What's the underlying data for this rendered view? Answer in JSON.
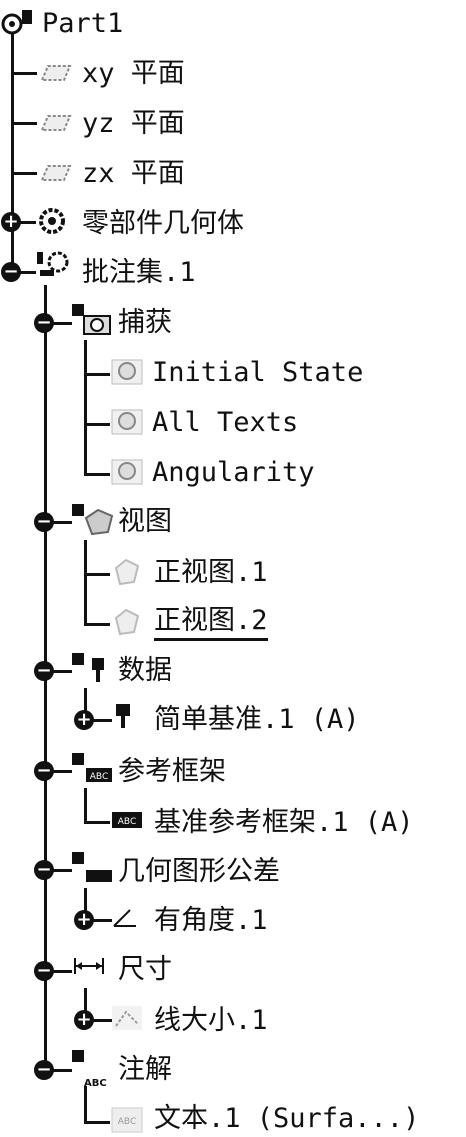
{
  "tree": {
    "root": "Part1",
    "planes": [
      "xy 平面",
      "yz 平面",
      "zx 平面"
    ],
    "body": "零部件几何体",
    "annotation_set": "批注集.1",
    "capture": {
      "label": "捕获",
      "items": [
        "Initial State",
        "All Texts",
        "Angularity"
      ]
    },
    "views": {
      "label": "视图",
      "items": [
        "正视图.1",
        "正视图.2"
      ]
    },
    "data": {
      "label": "数据",
      "item": "简单基准.1 (A)"
    },
    "frame": {
      "label": "参考框架",
      "item": "基准参考框架.1 (A)"
    },
    "tolerance": {
      "label": "几何图形公差",
      "item": "有角度.1"
    },
    "dimension": {
      "label": "尺寸",
      "item": "线大小.1"
    },
    "notes": {
      "label": "注解",
      "item": "文本.1 (Surfa...)"
    }
  }
}
